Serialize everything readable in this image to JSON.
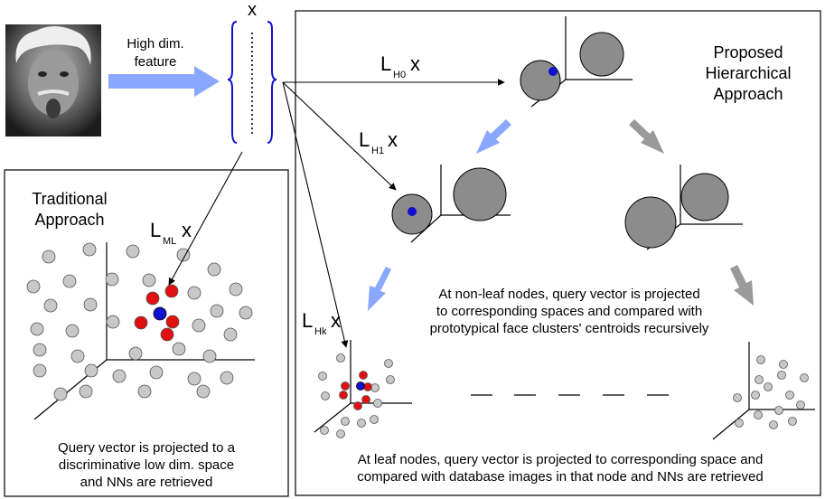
{
  "feature": {
    "arrow_label_line1": "High dim.",
    "arrow_label_line2": "feature",
    "vector_label": "x"
  },
  "traditional": {
    "title_line1": "Traditional",
    "title_line2": "Approach",
    "projection": {
      "L": "L",
      "sub": "ML",
      "x": "x"
    },
    "caption_line1": "Query vector is projected to a",
    "caption_line2": "discriminative low dim. space",
    "caption_line3": "and NNs are retrieved"
  },
  "hierarchical": {
    "title_line1": "Proposed",
    "title_line2": "Hierarchical",
    "title_line3": "Approach",
    "proj_h0": {
      "L": "L",
      "sub": "H0",
      "x": "x"
    },
    "proj_h1": {
      "L": "L",
      "sub": "H1",
      "x": "x"
    },
    "proj_hk": {
      "L": "L",
      "sub": "Hk",
      "x": "x"
    },
    "nonleaf_line1": "At non-leaf nodes, query vector is projected",
    "nonleaf_line2": "to corresponding spaces and compared with",
    "nonleaf_line3": "prototypical face clusters' centroids recursively",
    "leaf_line1": "At leaf nodes, query vector is projected to corresponding space and",
    "leaf_line2": "compared with database images in that node and NNs are retrieved"
  },
  "colors": {
    "gray_dot": "#c8c8c8",
    "red_dot": "#e01010",
    "query_dot": "#1010d0",
    "cluster_fill": "#8c8c8c",
    "blue_arrow": "#8aa8ff",
    "gray_arrow": "#9a9a9a",
    "bracket": "#1010d0"
  }
}
